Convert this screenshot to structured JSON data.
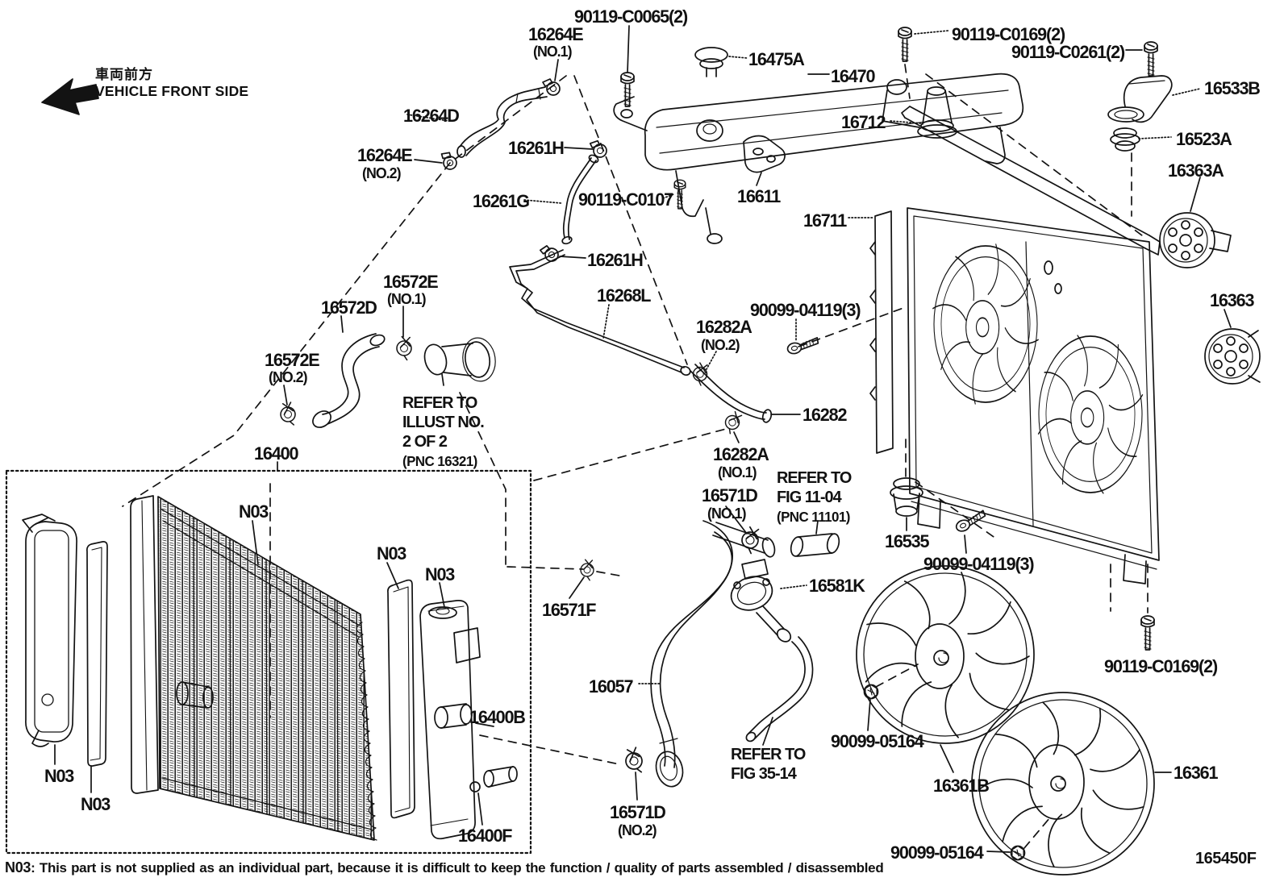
{
  "header": {
    "jp_text": "車両前方",
    "en_text": "VEHICLE FRONT SIDE"
  },
  "figure_code": "165450F",
  "footnote": {
    "code": "N03",
    "text": ": This part is not supplied as an individual part, because it is difficult to keep the function / quality of parts assembled / disassembled"
  },
  "colors": {
    "ink": "#131313",
    "background": "#ffffff"
  },
  "notes": {
    "illust": {
      "l1": "REFER TO",
      "l2": "ILLUST NO.",
      "l3": "2 OF 2",
      "l4": "(PNC 16321)"
    },
    "fig1104": {
      "l1": "REFER TO",
      "l2": "FIG 11-04",
      "l3": "(PNC 11101)"
    },
    "fig3514": {
      "l1": "REFER TO",
      "l2": "FIG 35-14"
    }
  },
  "labels": {
    "b90119C0065": {
      "text": "90119-C0065(2)"
    },
    "p16264E_1": {
      "text": "16264E",
      "sub": "(NO.1)"
    },
    "p16475A": {
      "text": "16475A"
    },
    "p16470": {
      "text": "16470"
    },
    "b90119C0169a": {
      "text": "90119-C0169(2)"
    },
    "b90119C0261": {
      "text": "90119-C0261(2)"
    },
    "p16533B": {
      "text": "16533B"
    },
    "p16264D": {
      "text": "16264D"
    },
    "p16264E_2": {
      "text": "16264E",
      "sub": "(NO.2)"
    },
    "p16261H_a": {
      "text": "16261H"
    },
    "p16712": {
      "text": "16712"
    },
    "p16523A": {
      "text": "16523A"
    },
    "p16363A": {
      "text": "16363A"
    },
    "p16261G": {
      "text": "16261G"
    },
    "b90119C0107": {
      "text": "90119-C0107"
    },
    "p16611": {
      "text": "16611"
    },
    "p16711": {
      "text": "16711"
    },
    "p16261H_b": {
      "text": "16261H"
    },
    "p16268L": {
      "text": "16268L"
    },
    "p16363": {
      "text": "16363"
    },
    "b90099_04119a": {
      "text": "90099-04119(3)"
    },
    "p16282A_2": {
      "text": "16282A",
      "sub": "(NO.2)"
    },
    "p16572E_1": {
      "text": "16572E",
      "sub": "(NO.1)"
    },
    "p16572D": {
      "text": "16572D"
    },
    "p16572E_2": {
      "text": "16572E",
      "sub": "(NO.2)"
    },
    "p16282": {
      "text": "16282"
    },
    "p16400": {
      "text": "16400"
    },
    "p16282A_1": {
      "text": "16282A",
      "sub": "(NO.1)"
    },
    "p16571D_1": {
      "text": "16571D",
      "sub": "(NO.1)"
    },
    "p16535": {
      "text": "16535"
    },
    "b90099_04119b": {
      "text": "90099-04119(3)"
    },
    "n03_core": {
      "text": "N03"
    },
    "n03_gasket2": {
      "text": "N03"
    },
    "n03_tank2": {
      "text": "N03"
    },
    "n03_tank1": {
      "text": "N03"
    },
    "n03_gasket1": {
      "text": "N03"
    },
    "p16581K": {
      "text": "16581K"
    },
    "p16571F": {
      "text": "16571F"
    },
    "p16057": {
      "text": "16057"
    },
    "p16400B": {
      "text": "16400B"
    },
    "b90099_05164a": {
      "text": "90099-05164"
    },
    "p16361B": {
      "text": "16361B"
    },
    "p16361": {
      "text": "16361"
    },
    "p16400F": {
      "text": "16400F"
    },
    "p16571D_2": {
      "text": "16571D",
      "sub": "(NO.2)"
    },
    "b90099_05164b": {
      "text": "90099-05164"
    },
    "b90119C0169b": {
      "text": "90119-C0169(2)"
    }
  }
}
